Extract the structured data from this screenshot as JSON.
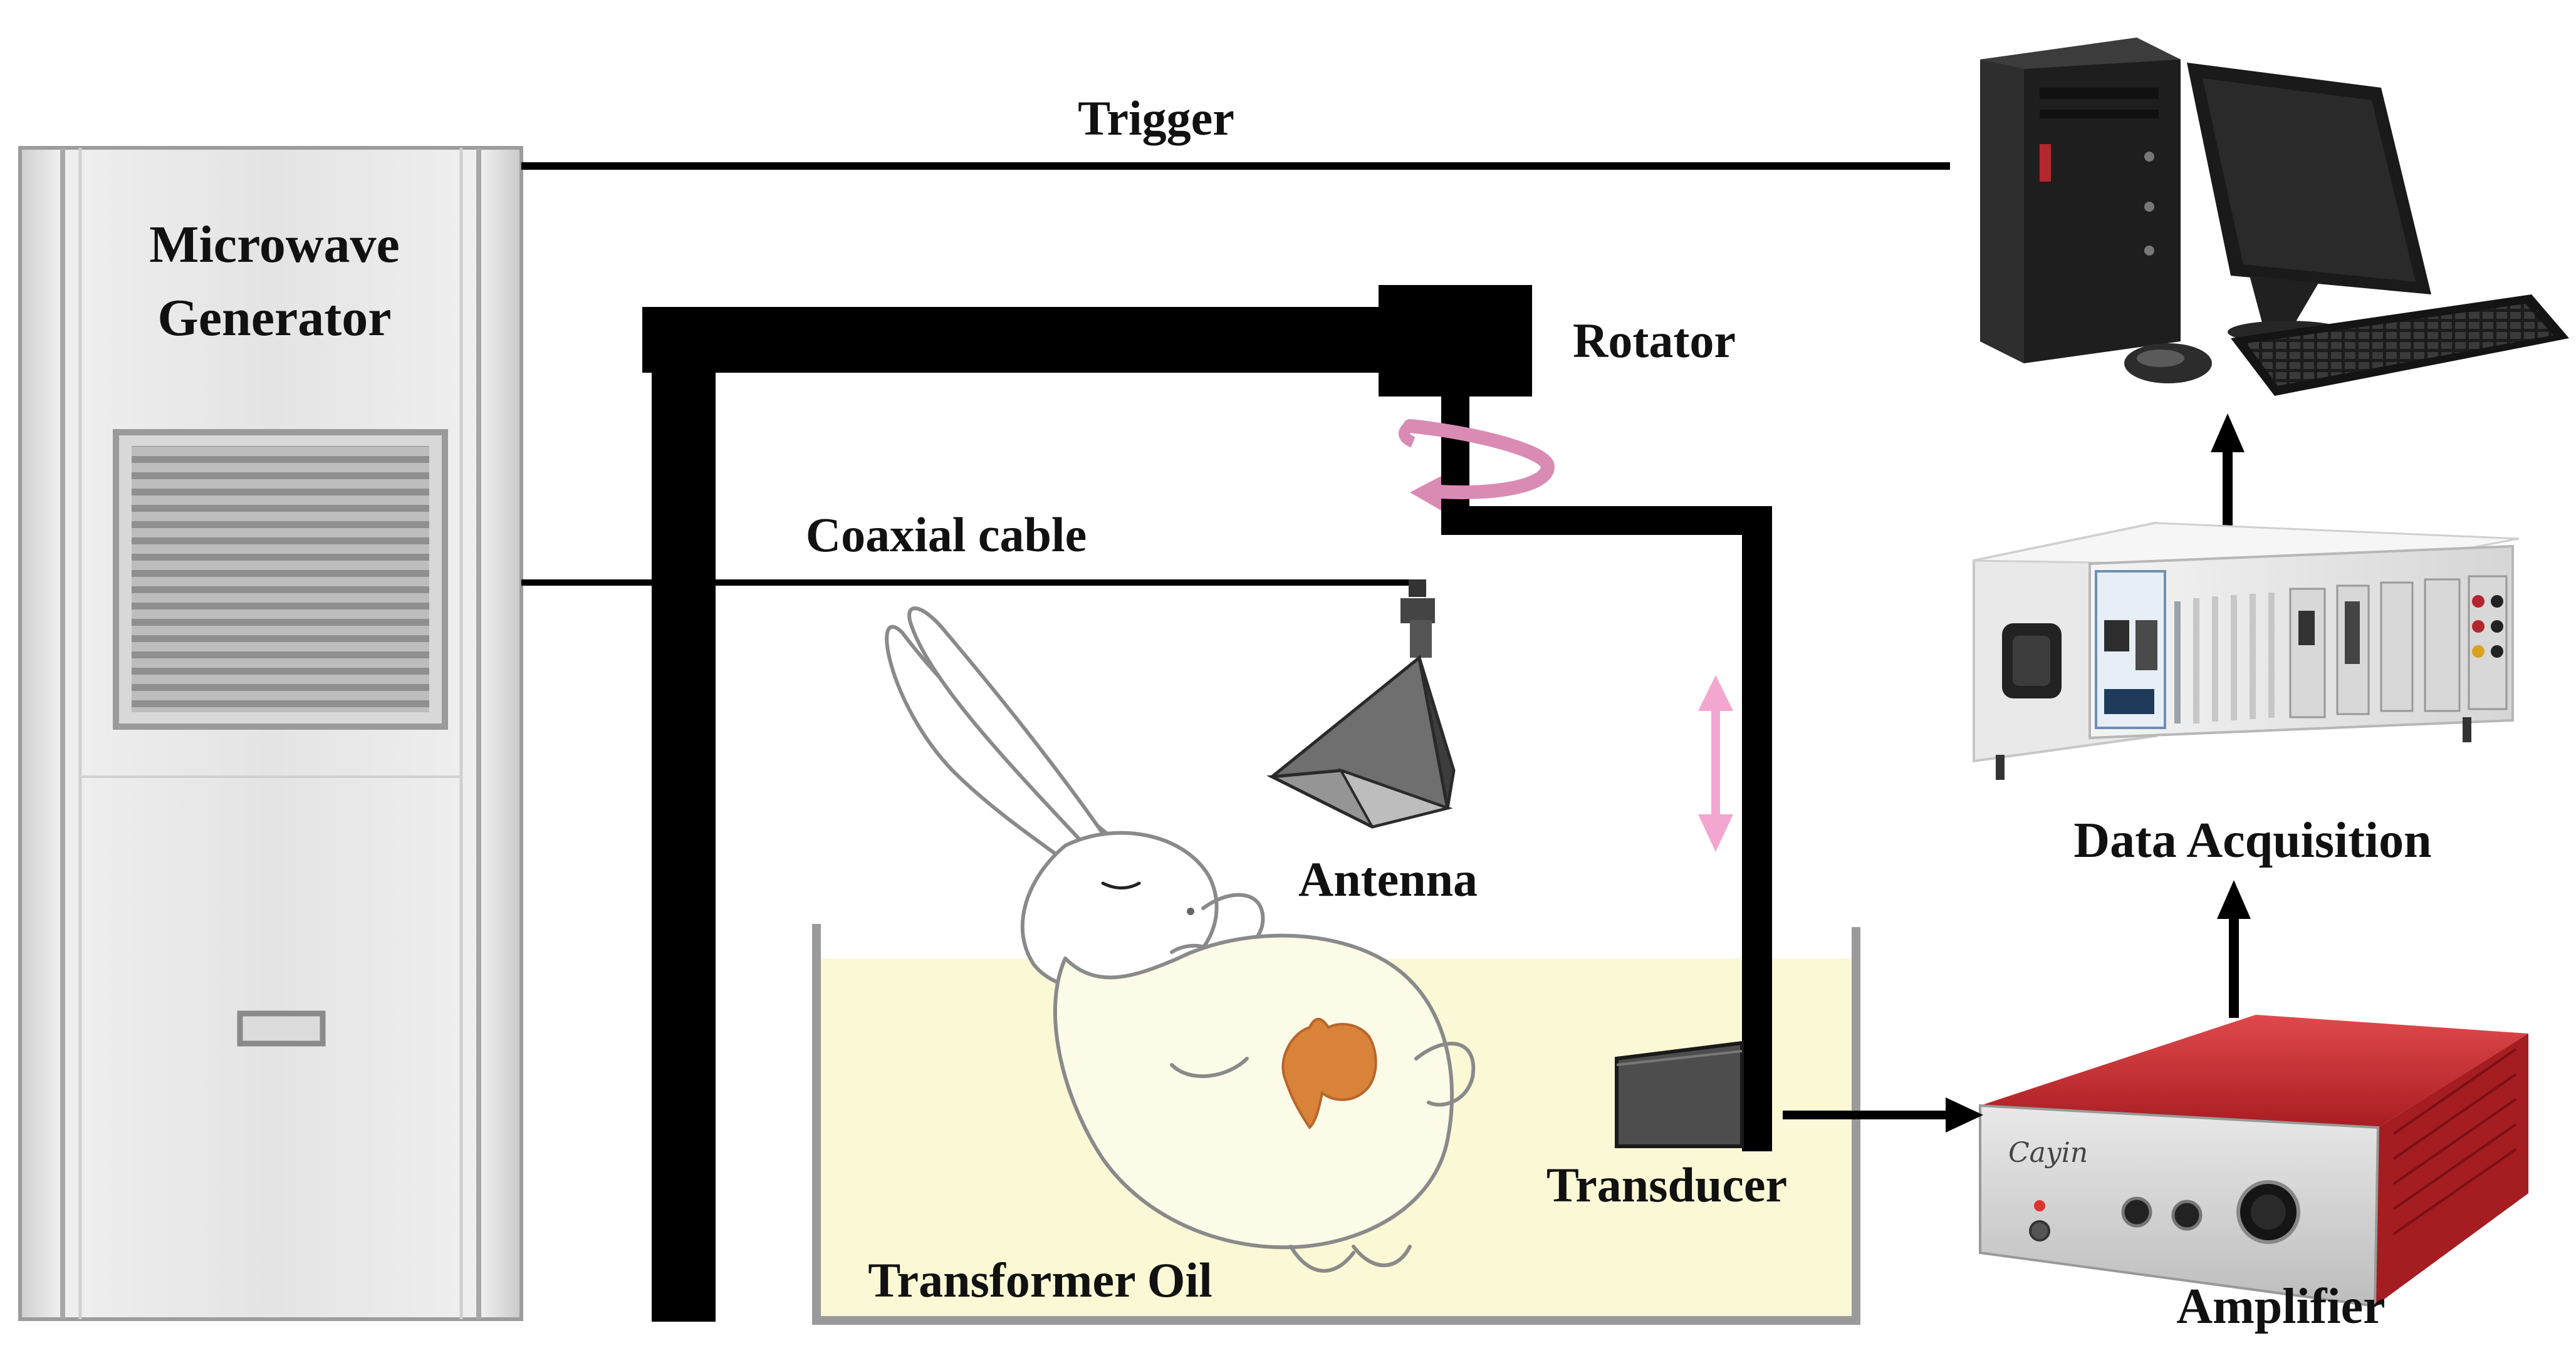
{
  "labels": {
    "microwave_line1": "Microwave",
    "microwave_line2": "Generator",
    "trigger": "Trigger",
    "rotator": "Rotator",
    "coaxial_cable": "Coaxial cable",
    "antenna": "Antenna",
    "transducer": "Transducer",
    "transformer_oil": "Transformer Oil",
    "data_acquisition": "Data Acquisition",
    "amplifier": "Amplifier"
  },
  "device_markings": {
    "amplifier_brand": "Cayin"
  },
  "colors": {
    "line": "#000000",
    "oil": "#fbf8d6",
    "tank_wall": "#9a9a9a",
    "rotation_arrow": "#d98bb4",
    "motion_arrow": "#f3a6cf",
    "organ": "#d9823a",
    "amplifier_body": "#c0282c",
    "generator_body": "#e6e6e6"
  },
  "icons": {
    "computer": "desktop-computer-icon",
    "daq": "pxi-chassis-icon",
    "amplifier": "audio-amplifier-icon",
    "antenna": "horn-antenna-icon",
    "transducer": "ultrasound-transducer-icon",
    "subject": "rabbit-illustration"
  }
}
